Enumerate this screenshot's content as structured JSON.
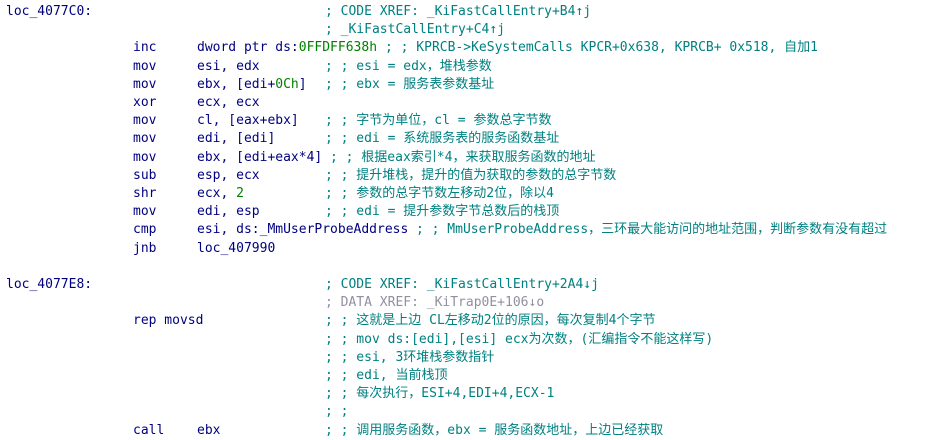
{
  "lines": [
    {
      "label": "loc_4077C0:",
      "comment": "; CODE XREF: _KiFastCallEntry+B4↑j"
    },
    {
      "comment": "; _KiFastCallEntry+C4↑j"
    },
    {
      "mnemonic": "inc",
      "op": "dword ptr ds:",
      "op_imm": "0FFDFF638h",
      "comment": "; ; KPRCB->KeSystemCalls KPCR+0x638, KPRCB+ 0x518, 自加1"
    },
    {
      "mnemonic": "mov",
      "op": "esi, edx",
      "comment": "; ; esi = edx，堆栈参数"
    },
    {
      "mnemonic": "mov",
      "op": "ebx, [edi+",
      "op_imm": "0Ch",
      "op_tail": "]",
      "comment": "; ; ebx = 服务表参数基址"
    },
    {
      "mnemonic": "xor",
      "op": "ecx, ecx"
    },
    {
      "mnemonic": "mov",
      "op": "cl, [eax+ebx]",
      "comment": "; ; 字节为单位，cl = 参数总字节数"
    },
    {
      "mnemonic": "mov",
      "op": "edi, [edi]",
      "comment": "; ; edi = 系统服务表的服务函数基址"
    },
    {
      "mnemonic": "mov",
      "op": "ebx, [edi+eax*4]",
      "comment": "; ; 根据eax索引*4，来获取服务函数的地址"
    },
    {
      "mnemonic": "sub",
      "op": "esp, ecx",
      "comment": "; ; 提升堆栈，提升的值为获取的参数的总字节数"
    },
    {
      "mnemonic": "shr",
      "op": "ecx, ",
      "op_imm": "2",
      "comment": "; ; 参数的总字节数左移动2位，除以4"
    },
    {
      "mnemonic": "mov",
      "op": "edi, esp",
      "comment": "; ; edi = 提升参数字节总数后的栈顶"
    },
    {
      "mnemonic": "cmp",
      "op": "esi, ds:_MmUserProbeAddress",
      "comment": "; ; MmUserProbeAddress，三环最大能访问的地址范围，判断参数有没有超过"
    },
    {
      "mnemonic": "jnb",
      "op": "loc_407990"
    },
    {},
    {
      "label": "loc_4077E8:",
      "comment": "; CODE XREF: _KiFastCallEntry+2A4↓j"
    },
    {
      "comment": "; DATA XREF: _KiTrap0E+106↓o",
      "gray": true
    },
    {
      "mnemonic": "rep movsd",
      "comment": "; ; 这就是上边 CL左移动2位的原因，每次复制4个字节"
    },
    {
      "comment": "; ; mov ds:[edi],[esi] ecx为次数，(汇编指令不能这样写)"
    },
    {
      "comment": "; ; esi, 3环堆栈参数指针"
    },
    {
      "comment": "; ; edi, 当前栈顶"
    },
    {
      "comment": "; ; 每次执行，ESI+4,EDI+4,ECX-1"
    },
    {
      "comment": "; ;"
    },
    {
      "mnemonic": "call",
      "op": "ebx",
      "comment": "; ; 调用服务函数，ebx = 服务函数地址，上边已经获取"
    }
  ]
}
